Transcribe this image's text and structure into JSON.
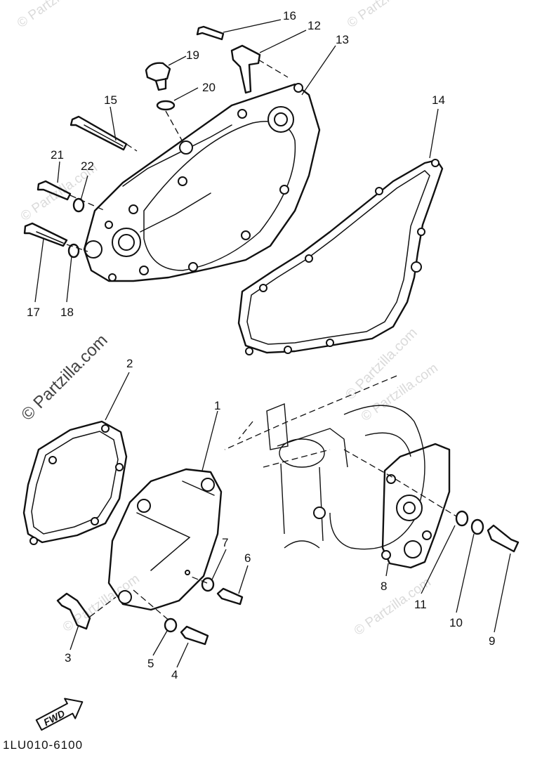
{
  "diagram_code": "1LU010-6100",
  "fwd_label": "FWD",
  "watermark": "© Partzilla.com",
  "callouts": [
    "1",
    "2",
    "3",
    "4",
    "5",
    "6",
    "7",
    "8",
    "9",
    "10",
    "11",
    "12",
    "13",
    "14",
    "15",
    "16",
    "17",
    "18",
    "19",
    "20",
    "21",
    "22"
  ]
}
